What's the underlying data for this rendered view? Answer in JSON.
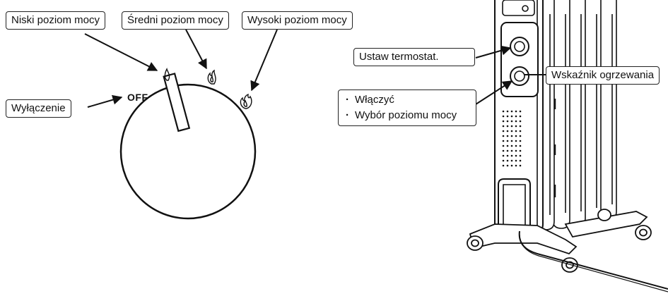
{
  "diagram": {
    "dial": {
      "labels": {
        "off_marker": "OFF",
        "off_callout": "Wyłączenie",
        "low": "Niski poziom mocy",
        "medium": "Średni poziom mocy",
        "high": "Wysoki poziom mocy"
      },
      "icons": [
        "flame-small-icon",
        "flame-medium-icon",
        "flame-large-icon"
      ]
    },
    "heater": {
      "thermostat_callout": "Ustaw termostat.",
      "heating_indicator_callout": "Wskaźnik ogrzewania",
      "power_knob_callout": [
        "Włączyć",
        "Wybór poziomu mocy"
      ]
    },
    "colors": {
      "line": "#222222",
      "background": "#ffffff"
    }
  }
}
